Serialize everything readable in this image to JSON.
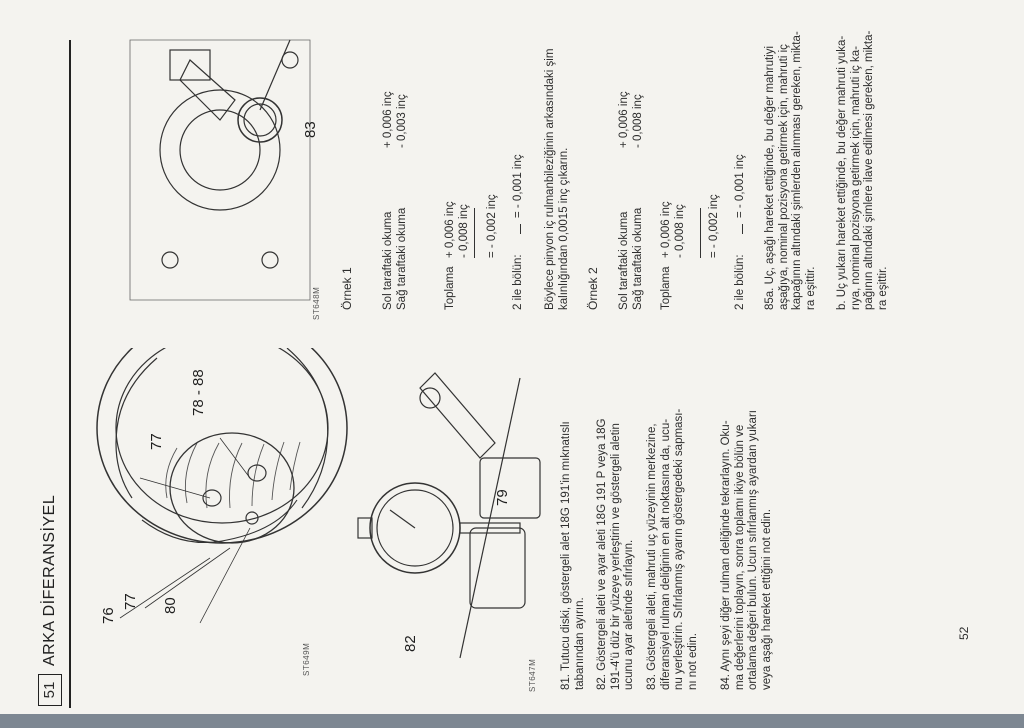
{
  "header": {
    "page_box": "51",
    "title": "ARKA DİFERANSİYEL"
  },
  "page_number": "52",
  "figures": {
    "st649m": {
      "code": "ST649M",
      "labels": {
        "l76": "76",
        "l77a": "77",
        "l80": "80",
        "l77b": "77",
        "l78": "78 - 88"
      }
    },
    "st647m": {
      "code": "ST647M",
      "labels": {
        "l82": "82",
        "l79": "79"
      }
    },
    "st648m": {
      "code": "ST648M",
      "labels": {
        "l83": "83"
      }
    }
  },
  "left_column": {
    "p81": "81. Tutucu diski, göstergeli alet 18G 191'in mıknatıslı\ntabanından ayırın.",
    "p82": "82. Göstergeli aleti ve ayar aleti 18G 191 P veya 18G\n191-4'ü düz bir yüzeye yerleştirin ve göstergeli aletin\nucunu ayar aletinde sıfırlayın.",
    "p83": "83. Göstergeli aleti, mahruti uç yüzeyinin merkezine,\ndiferansiyel rulman deliğinin en alt noktasına da, ucu-\nnu yerleştirin. Sıfırlanmış ayarın göstergedeki sapması-\nnı not edin.",
    "p84": "84. Aynı şeyi diğer rulman deliğinde tekrarlayın. Oku-\nma değerlerini toplayın, sonra toplamı ikiye bölün ve\nortalama değeri bulun. Ucun sıfırlanmış ayardan yukarı\nveya aşağı hareket ettiğini not edin."
  },
  "right_column": {
    "ornek1": {
      "title": "Örnek 1",
      "sol_label": "Sol taraftaki okuma",
      "sag_label": "Sağ taraftaki okuma",
      "sol_val": "+ 0,006 inç",
      "sag_val": "- 0,003 inç",
      "toplama": "Toplama",
      "top_a": "+ 0,006 inç",
      "top_b": "- 0,008 inç",
      "top_res": "= - 0,002 inç",
      "bolum_label": "2 ile bölün:",
      "bolum_val": "= - 0,001 inç",
      "note": "Böylece pinyon iç rulmanbileziğinin arkasındaki şim\nkalınlığından 0,0015 inç çıkarın."
    },
    "ornek2": {
      "title": "Örnek 2",
      "sol_label": "Sol taraftaki okuma",
      "sag_label": "Sağ taraftaki okuma",
      "sol_val": "+ 0,006 inç",
      "sag_val": "- 0,008 inç",
      "toplama": "Toplama",
      "top_a": "+ 0,006 inç",
      "top_b": "- 0,008 inç",
      "top_res": "= - 0,002 inç",
      "bolum_label": "2 ile bölün:",
      "bolum_val": "= - 0,001 inç"
    },
    "p85a": "85a. Uç, aşağı hareket ettiğinde, bu değer mahrutiyi\naşağıya, nominal pozisyona getirmek için, mahruti iç\nkapağının altındaki şimlerden alınması gereken, mikta-\nra eşittir.",
    "p85b": "b. Uç yukarı hareket ettiğinde, bu değer mahruti yuka-\nrıya, nominal pozisyona getirmek için, mahruti iç ka-\npağının altındaki şimlere ilave edilmesi gereken, mikta-\nra eşittir."
  }
}
